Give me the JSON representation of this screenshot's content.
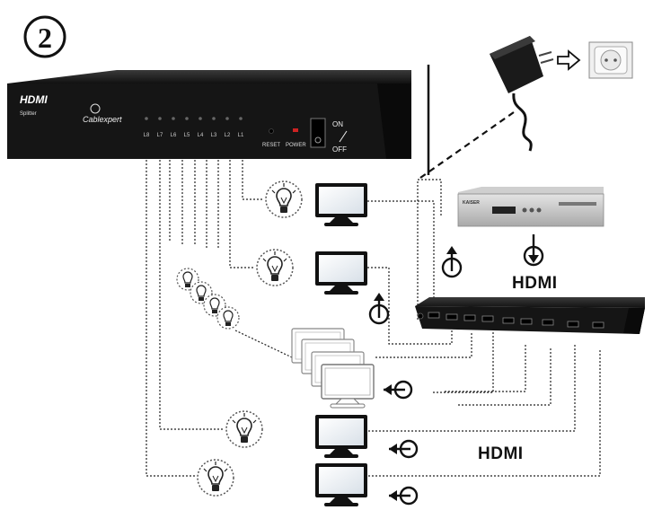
{
  "step": {
    "number": "2"
  },
  "splitter": {
    "logo": "HDMI",
    "subtitle": "Splitter",
    "brand": "Cablexpert",
    "led_labels": [
      "L8",
      "L7",
      "L6",
      "L5",
      "L4",
      "L3",
      "L2",
      "L1"
    ],
    "reset_label": "RESET",
    "power_label": "POWER",
    "switch_on": "ON",
    "switch_off": "OFF"
  },
  "source": {
    "brand": "KAISER"
  },
  "hdmi_labels": {
    "top": "HDMI",
    "bottom": "HDMI"
  },
  "colors": {
    "device_body": "#151515",
    "device_top": "#2e2e2e",
    "line": "#222222",
    "led_red": "#cc2222",
    "screen_frame": "#111111",
    "screen_glass": "#eef2f6",
    "bulb_ring": "#555555"
  },
  "icons": [
    "circled-number-icon",
    "power-adapter-icon",
    "wall-socket-icon",
    "arrow-right-icon",
    "lightbulb-icon",
    "monitor-icon",
    "signal-in-arrow-icon",
    "set-top-box-icon"
  ]
}
